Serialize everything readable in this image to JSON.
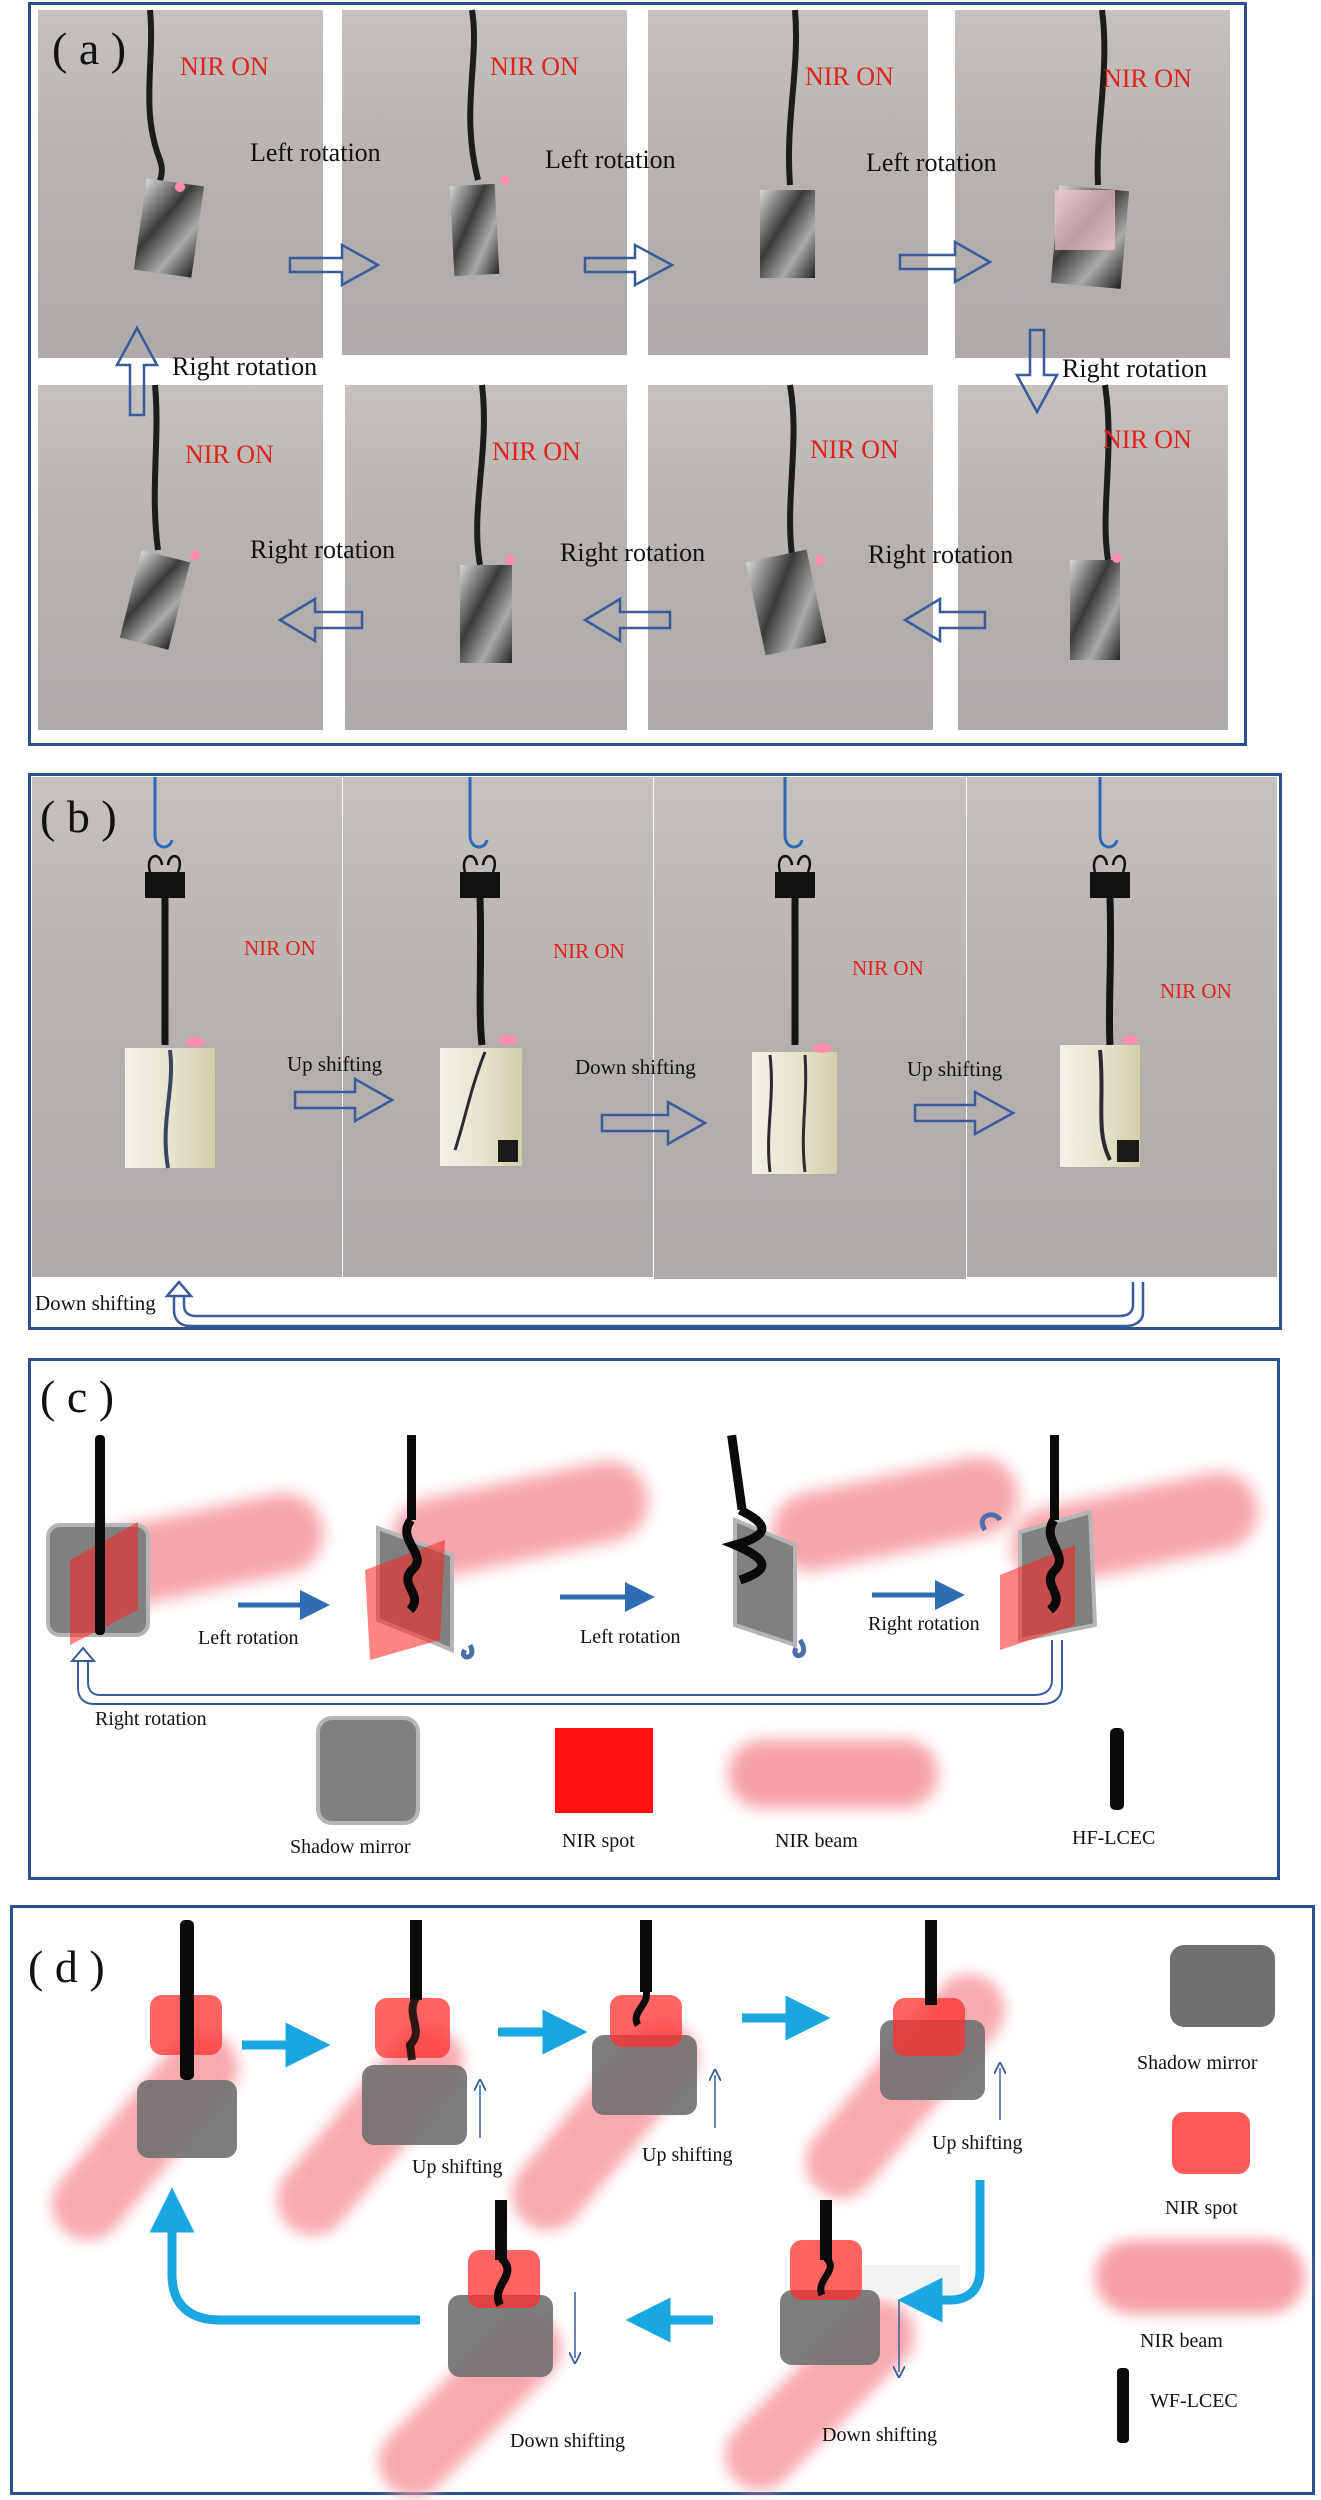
{
  "panels": {
    "a": {
      "label": "( a )",
      "nir": "NIR ON",
      "left": "Left rotation",
      "right": "Right rotation"
    },
    "b": {
      "label": "( b )",
      "nir": "NIR ON",
      "up": "Up shifting",
      "down": "Down shifting"
    },
    "c": {
      "label": "( c )",
      "left": "Left rotation",
      "right": "Right rotation",
      "legend": {
        "mirror": "Shadow mirror",
        "spot": "NIR spot",
        "beam": "NIR beam",
        "fiber": "HF-LCEC"
      }
    },
    "d": {
      "label": "( d )",
      "up": "Up shifting",
      "down": "Down shifting",
      "legend": {
        "mirror": "Shadow mirror",
        "spot": "NIR spot",
        "beam": "NIR beam",
        "fiber": "WF-LCEC"
      }
    }
  },
  "colors": {
    "frame": "#2f4f8f",
    "nir_text": "#e0221c",
    "arrow_light_blue": "#1aa7e0",
    "arrow_dark_blue": "#2e6db4",
    "shadow_mirror": "#808080",
    "nir_spot": "#ff2020",
    "nir_beam": "#f7a0a8"
  }
}
